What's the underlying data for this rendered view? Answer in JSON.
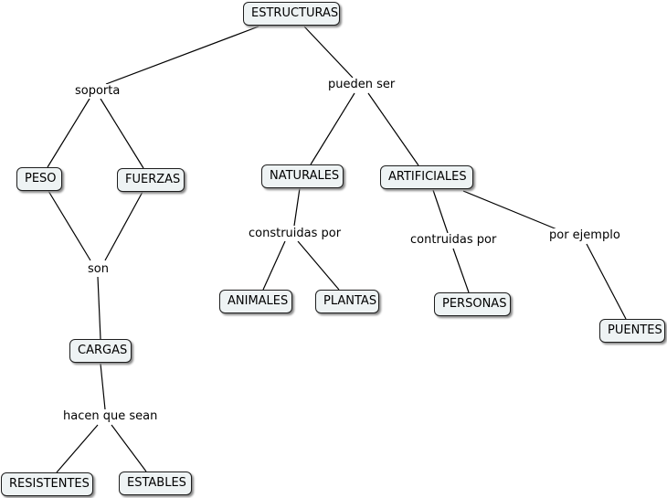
{
  "colors": {
    "background": "#ffffff",
    "node_fill": "#eef3f4",
    "node_border": "#1e1e1e",
    "line": "#000000"
  },
  "concepts": {
    "estructuras": "ESTRUCTURAS",
    "peso": "PESO",
    "fuerzas": "FUERZAS",
    "naturales": "NATURALES",
    "artificiales": "ARTIFICIALES",
    "animales": "ANIMALES",
    "plantas": "PLANTAS",
    "personas": "PERSONAS",
    "puentes": "PUENTES",
    "cargas": "CARGAS",
    "resistentes": "RESISTENTES",
    "estables": "ESTABLES"
  },
  "linking_phrases": {
    "soporta": "soporta",
    "pueden_ser": "pueden ser",
    "son": "son",
    "construidas_por": "construidas por",
    "contruidas_por": "contruidas por",
    "por_ejemplo": "por ejemplo",
    "hacen_que_sean": "hacen que sean"
  }
}
